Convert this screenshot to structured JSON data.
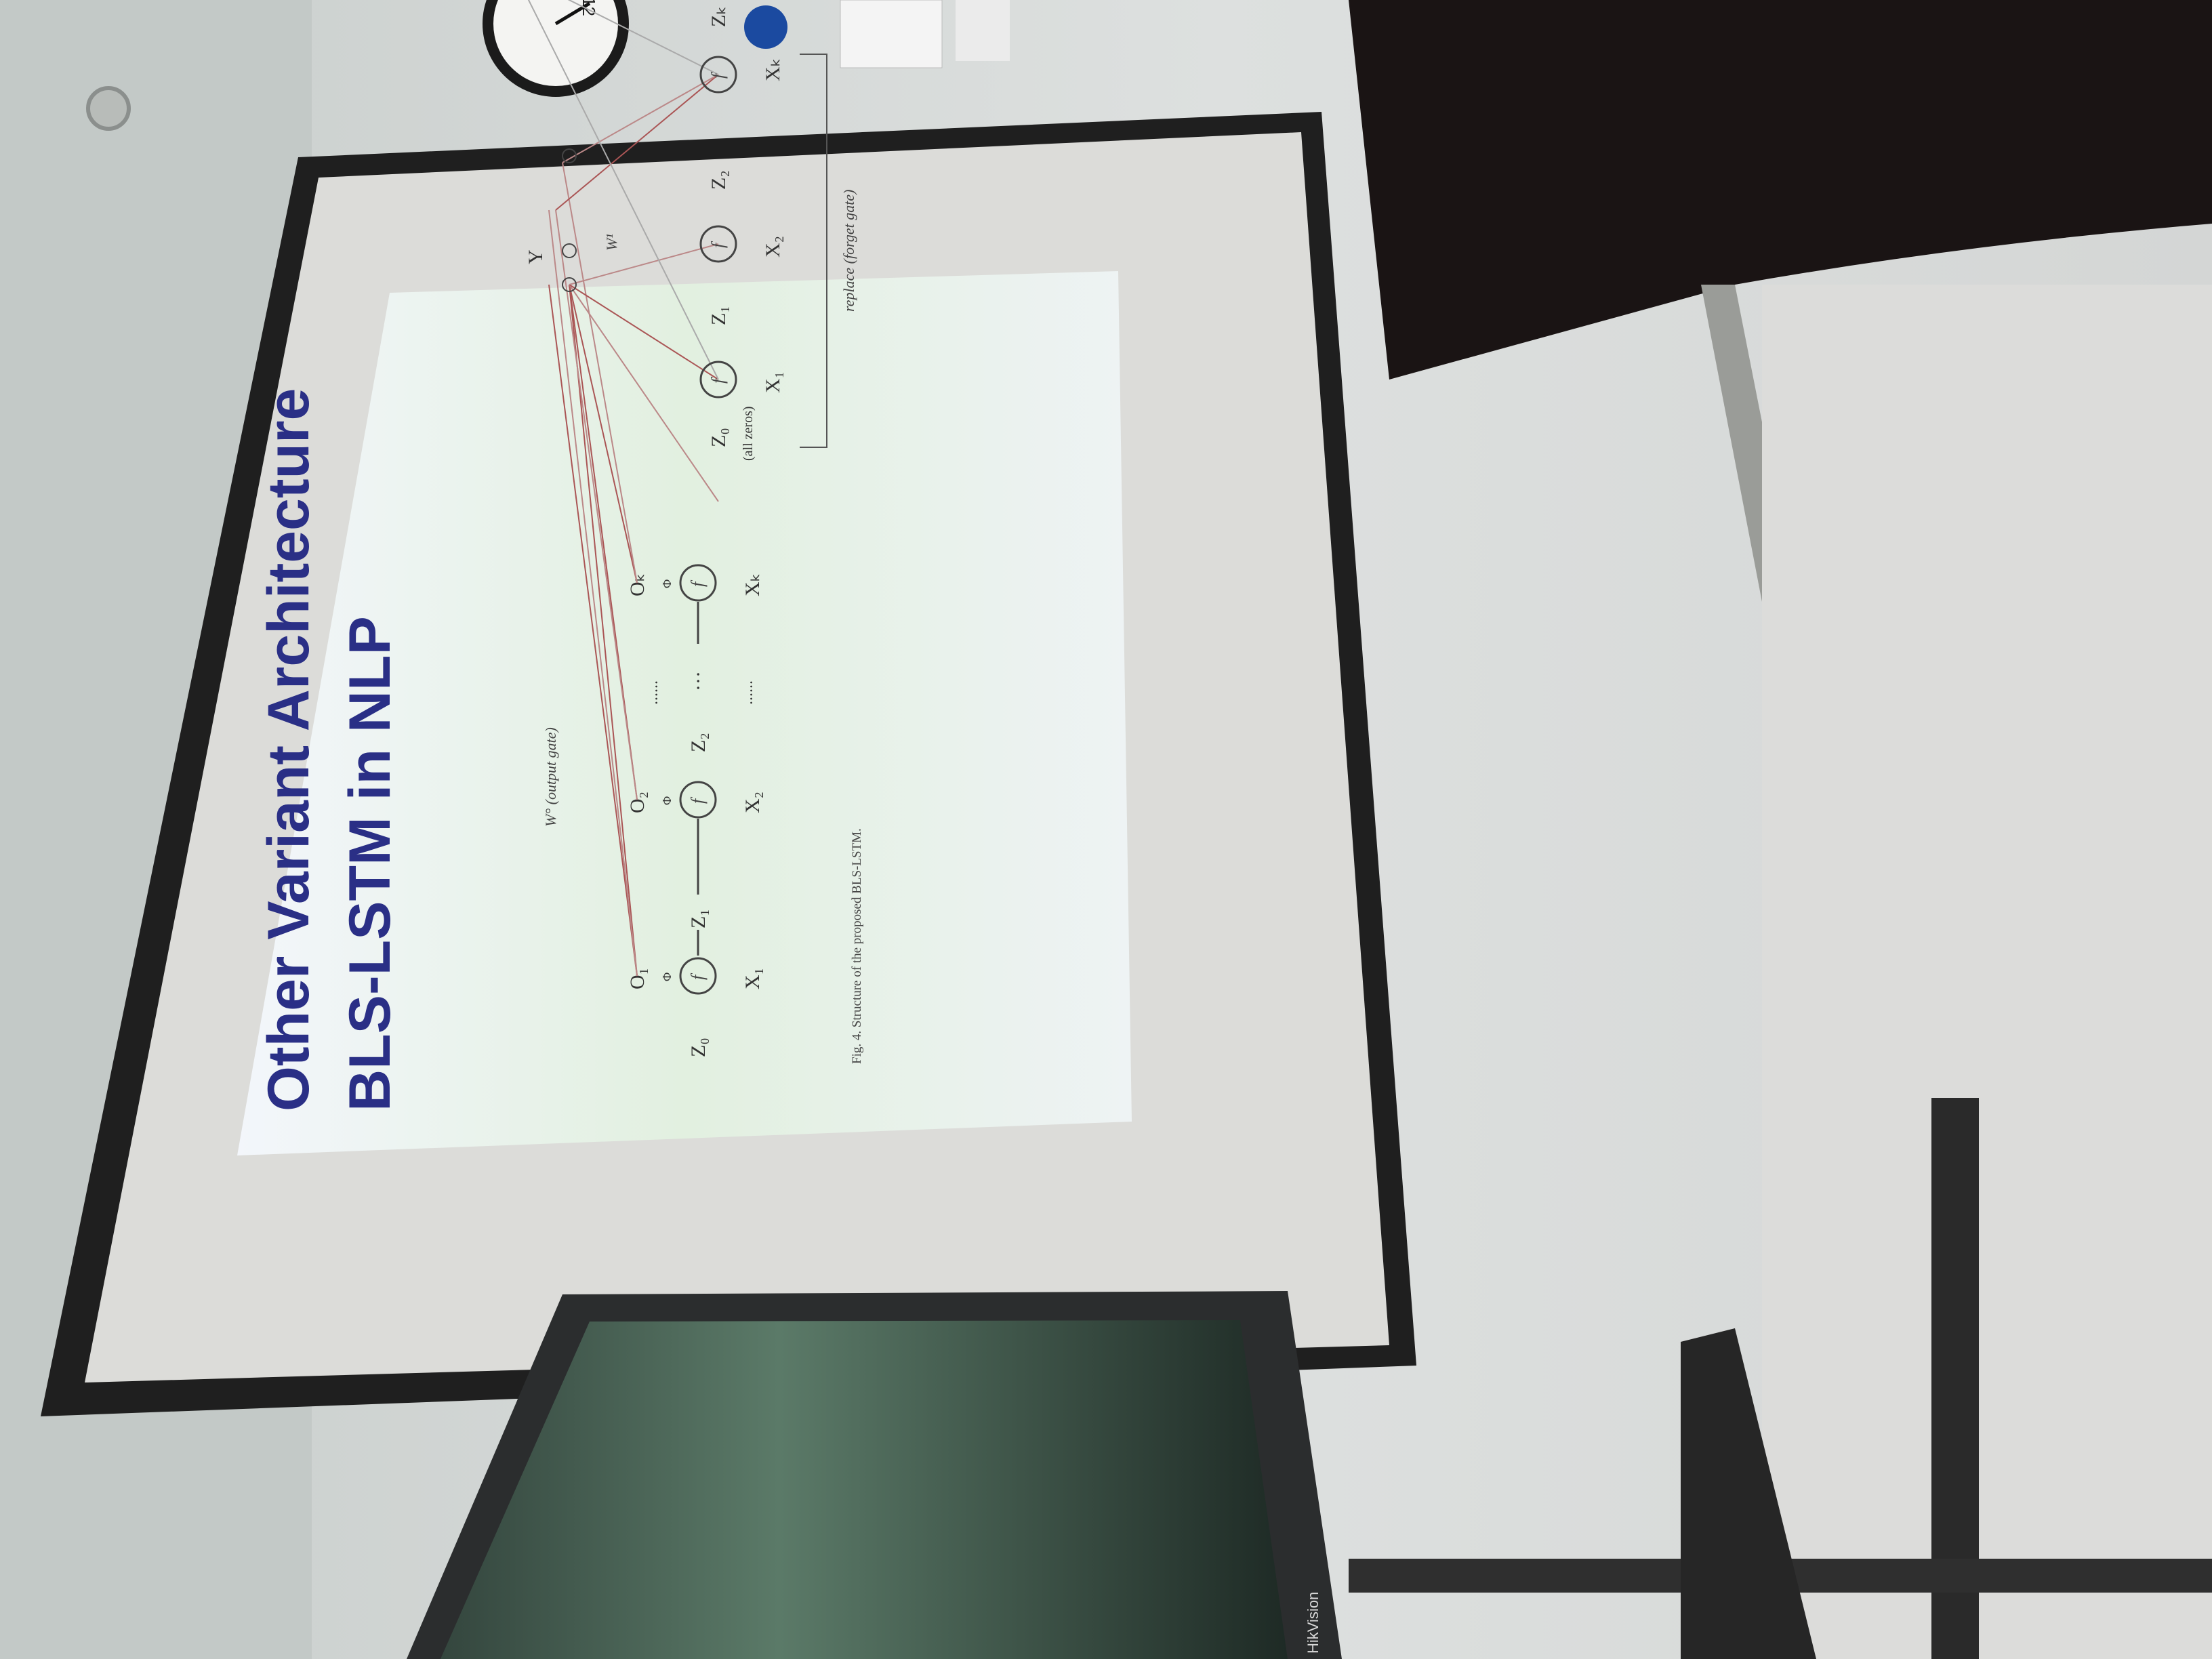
{
  "slide": {
    "title_line1": "Other Variant Architecture",
    "title_line2": "BLS-LSTM in NLP"
  },
  "figure": {
    "output_gate_label": "W° (output gate)",
    "hidden_weight_label": "W¹",
    "output_node_label": "Y",
    "forward_chain": {
      "z0": "Z₀",
      "z1": "Z₁",
      "z2": "Z₂",
      "dots": "···",
      "o1": "O₁",
      "o2": "O₂",
      "ok": "Oₖ",
      "x1": "X₁",
      "x2": "X₂",
      "xk": "Xₖ",
      "f": "f",
      "phi": "Φ",
      "ellipsis": "......"
    },
    "backward_chain": {
      "z0": "Z₀",
      "z1": "Z₁",
      "z2": "Z₂",
      "zk": "Zₖ",
      "x1": "X₁",
      "x2": "X₂",
      "xk": "Xₖ",
      "all_zeros": "(all zeros)",
      "replace_label": "replace (forget gate)"
    },
    "caption": "Fig. 4.  Structure of the proposed BLS-LSTM."
  },
  "monitor": {
    "brand": "HikVision"
  },
  "colors": {
    "title": "#2a2f86",
    "screen_frame": "#1f1f1f",
    "slide_bg": "#eef4ec",
    "wall": "#d9dcdb",
    "monitor_bezel": "#2b2d2e"
  }
}
